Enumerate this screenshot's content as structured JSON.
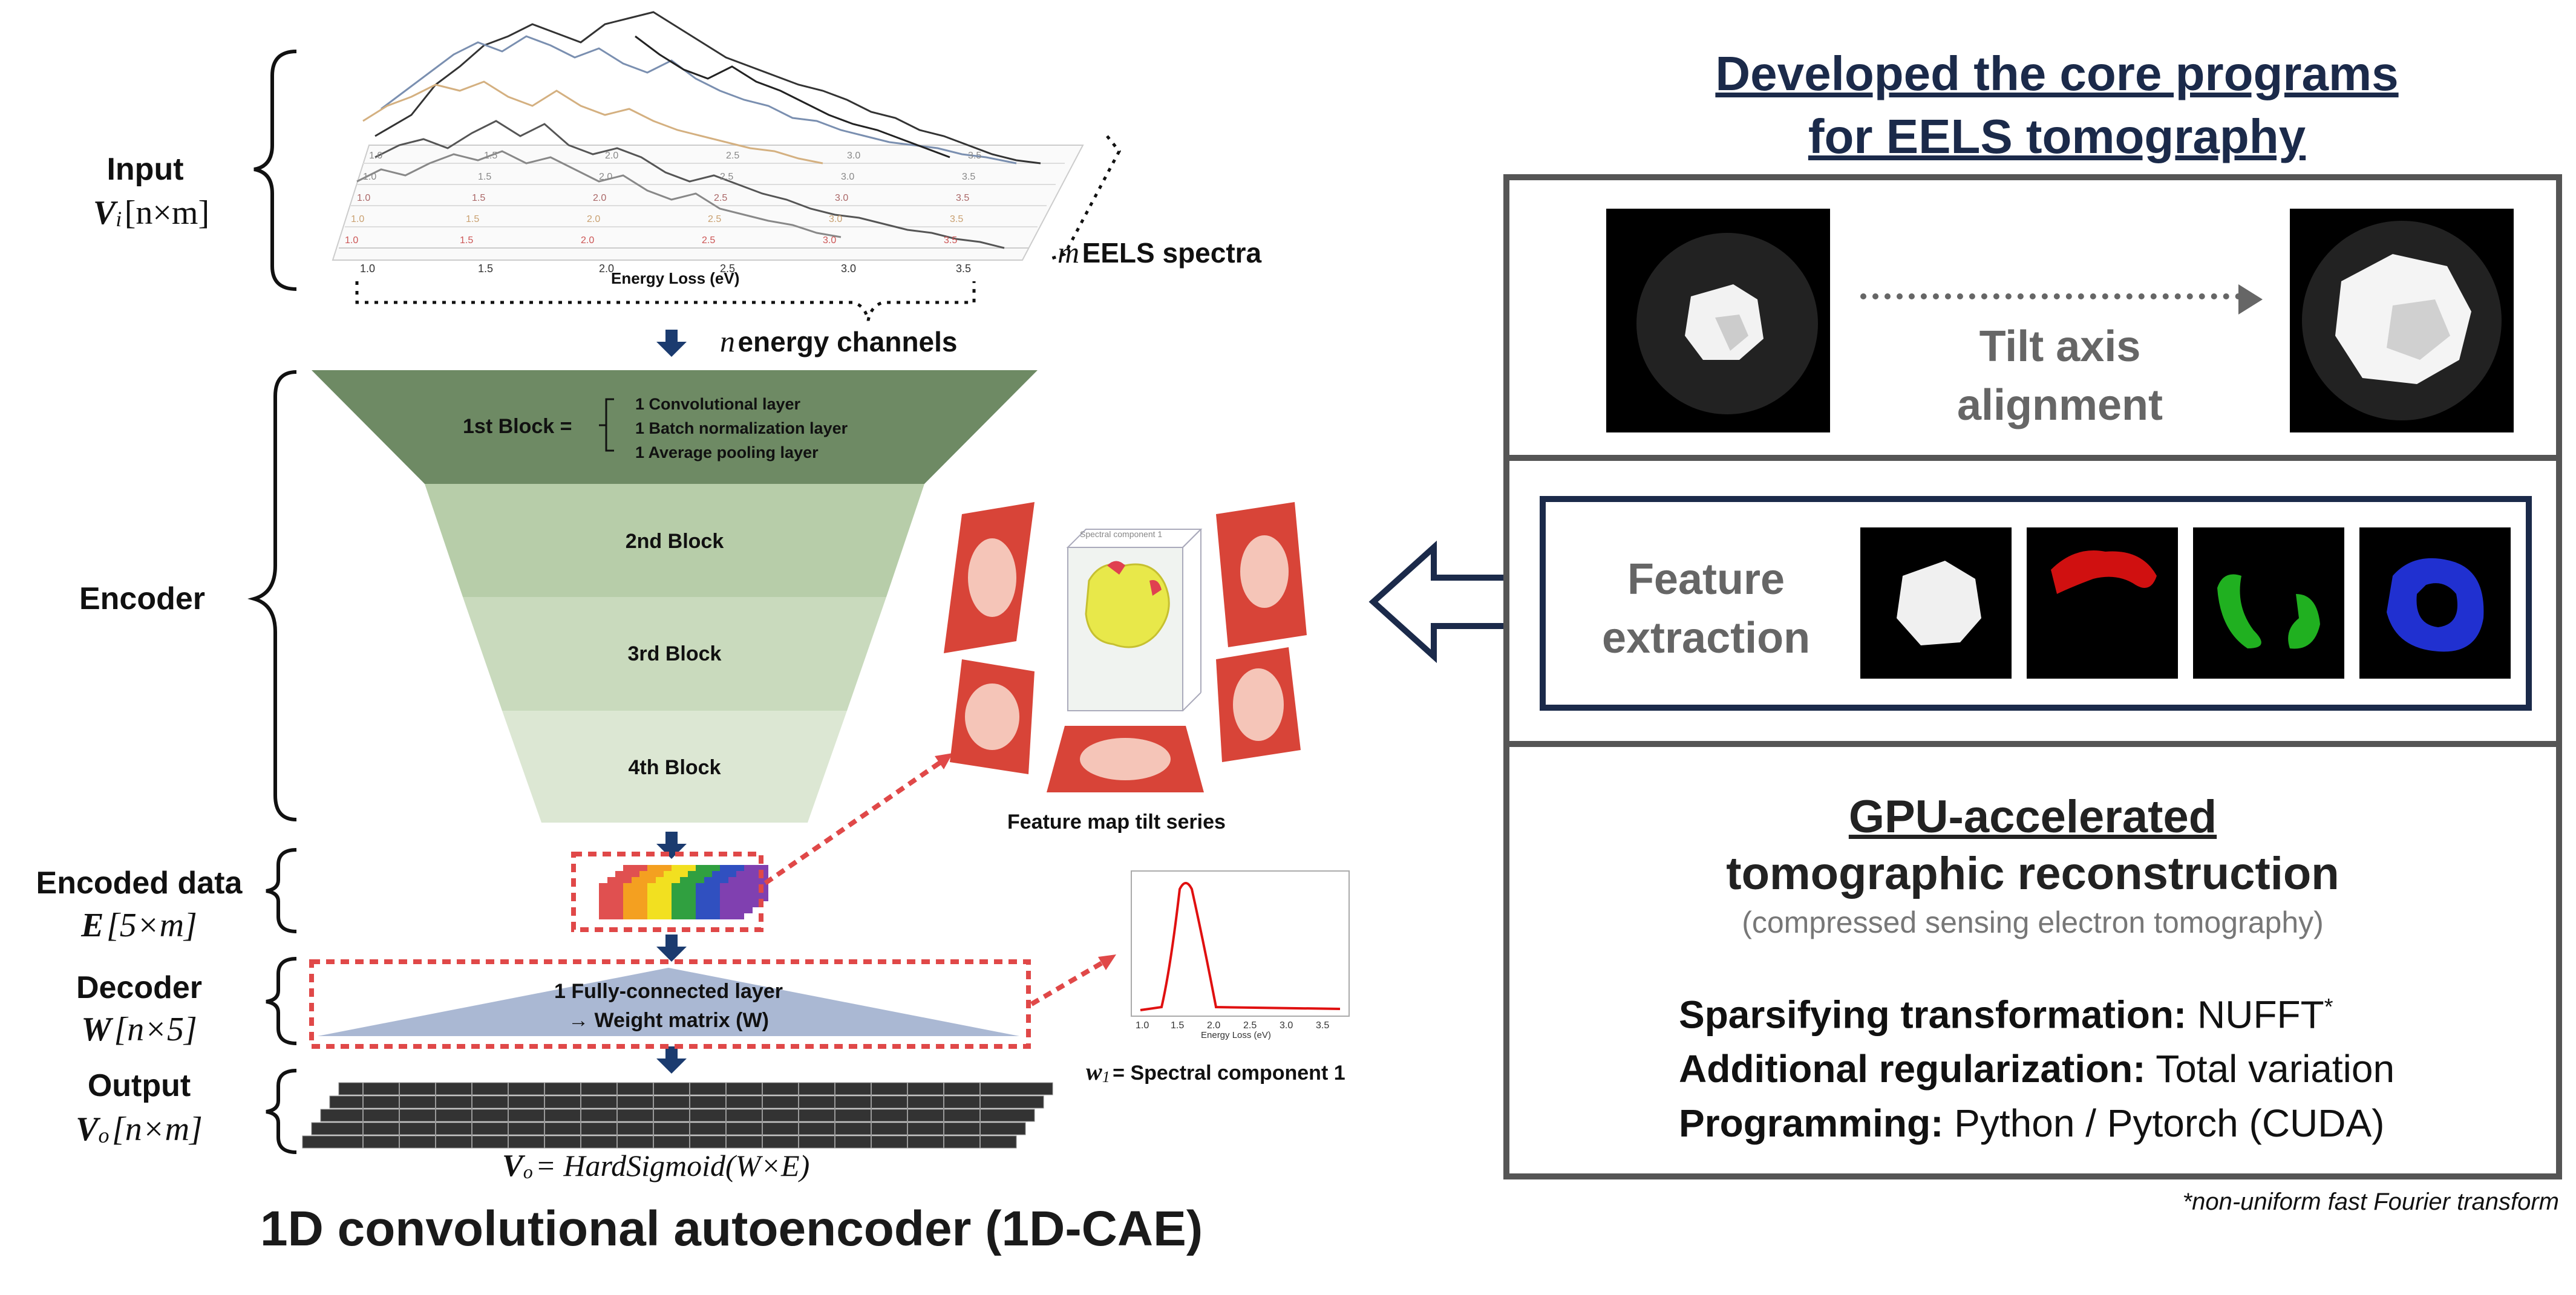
{
  "left": {
    "input_label": "Input",
    "input_math_var": "V",
    "input_math_sub": "i",
    "input_math_dim": "[n×m]",
    "spectra_m": "m",
    "spectra_label": "EELS spectra",
    "energy_axis_label": "Energy Loss (eV)",
    "energy_ticks": [
      "1.0",
      "1.5",
      "2.0",
      "2.5",
      "3.0",
      "3.5"
    ],
    "channels_n": "n",
    "channels_label": "energy channels",
    "encoder_label": "Encoder",
    "block1_label": "1st Block =",
    "block1_items": [
      "1 Convolutional layer",
      "1 Batch normalization layer",
      "1 Average pooling layer"
    ],
    "block2_label": "2nd Block",
    "block3_label": "3rd Block",
    "block4_label": "4th Block",
    "encoded_label": "Encoded data",
    "encoded_math_var": "E",
    "encoded_math_dim": "[5×m]",
    "decoder_label": "Decoder",
    "decoder_math_var": "W",
    "decoder_math_dim": "[n×5]",
    "decoder_box_line1": "1 Fully-connected layer",
    "decoder_box_line2": "→ Weight matrix (W)",
    "output_label": "Output",
    "output_math_var": "V",
    "output_math_sub": "o",
    "output_math_dim": "[n×m]",
    "formula_lhs": "V",
    "formula_sub": "o",
    "formula_rhs": "= HardSigmoid(W×E)",
    "title": "1D convolutional autoencoder (1D-CAE)",
    "feature_map_label": "Feature map tilt series",
    "feature_map_inner_label": "Spectral component 1",
    "spectral_caption_var": "w",
    "spectral_caption_sub": "1",
    "spectral_caption_text": "= Spectral component 1",
    "spectral_plot_xlabel": "Energy Loss (eV)"
  },
  "right": {
    "heading_line1": "Developed the core programs",
    "heading_line2": "for EELS tomography",
    "alignment_line1": "Tilt axis",
    "alignment_line2": "alignment",
    "feature_line1": "Feature",
    "feature_line2": "extraction",
    "gpu_title": "GPU-accelerated",
    "gpu_title2": "tomographic reconstruction",
    "gpu_sub": "(compressed sensing electron tomography)",
    "rows": [
      {
        "key": "Sparsifying transformation:",
        "value": "NUFFT",
        "sup": "*"
      },
      {
        "key": "Additional regularization:",
        "value": "Total variation",
        "sup": ""
      },
      {
        "key": "Programming:",
        "value": "Python / Pytorch (CUDA)",
        "sup": ""
      }
    ],
    "footnote": "*non-uniform fast Fourier transform"
  },
  "colors": {
    "navy": "#1b2a4a",
    "panel_border": "#555555",
    "block1": "#6e8a64",
    "block2": "#b7cda9",
    "block3": "#c9dabd",
    "block4": "#dce7d3",
    "decoder_fill": "#aab8d3",
    "dotted_red": "#e04848"
  }
}
